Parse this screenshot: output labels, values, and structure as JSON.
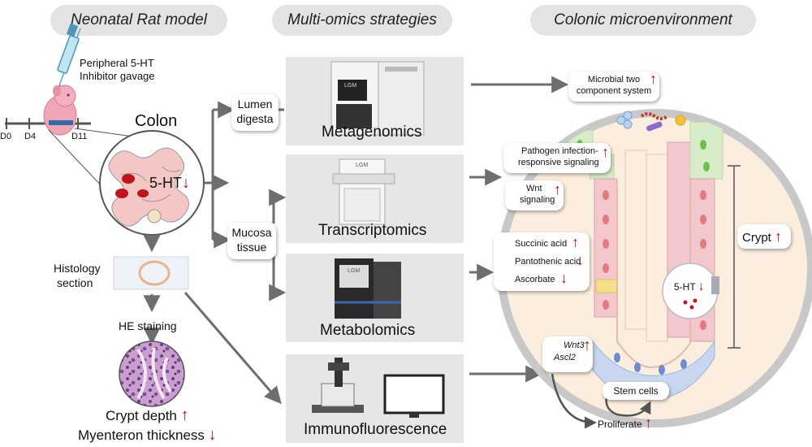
{
  "headers": {
    "col1": "Neonatal Rat model",
    "col2": "Multi-omics strategies",
    "col3": "Colonic microenvironment"
  },
  "model": {
    "inhibitor_line1": "Peripheral 5-HT",
    "inhibitor_line2": "Inhibitor gavage",
    "d0": "D0",
    "d4": "D4",
    "d11": "D11",
    "colon": "Colon",
    "serotonin": "5-HT",
    "histology_line1": "Histology",
    "histology_line2": "section",
    "he_staining": "HE staining",
    "crypt_depth": "Crypt depth",
    "myenteron": "Myenteron thickness"
  },
  "branches": {
    "lumen_line1": "Lumen",
    "lumen_line2": "digesta",
    "mucosa_line1": "Mucosa",
    "mucosa_line2": "tissue"
  },
  "omics": {
    "metagenomics": "Metagenomics",
    "transcriptomics": "Transcriptomics",
    "metabolomics": "Metabolomics",
    "immunofluorescence": "Immunofluorescence",
    "instrument_badge": "LGM"
  },
  "micro": {
    "microbial_line1": "Microbial two",
    "microbial_line2": "component system",
    "pathogen_line1": "Pathogen infection-",
    "pathogen_line2": "responsive signaling",
    "wnt_line1": "Wnt",
    "wnt_line2": "signaling",
    "succinic": "Succinic acid",
    "pantothenic": "Pantothenic acid",
    "ascorbate": "Ascorbate",
    "wnt3": "Wnt3",
    "ascl2": "Ascl2",
    "crypt": "Crypt",
    "serotonin": "5-HT",
    "stem_cells": "Stem cells",
    "proliferate": "Proliferate"
  },
  "arrows": {
    "up": "↑",
    "down": "↓"
  },
  "colors": {
    "header_bg": "#e3e3e3",
    "panel_bg": "#e6e6e6",
    "arrow_red": "#b0141a",
    "flow_arrow": "#6e6e6e",
    "crypt_pink": "#f2c8cc",
    "crypt_green": "#d7ecc8",
    "stem_blue": "#c9d6ef",
    "colon_pink": "#f4c7c4"
  }
}
